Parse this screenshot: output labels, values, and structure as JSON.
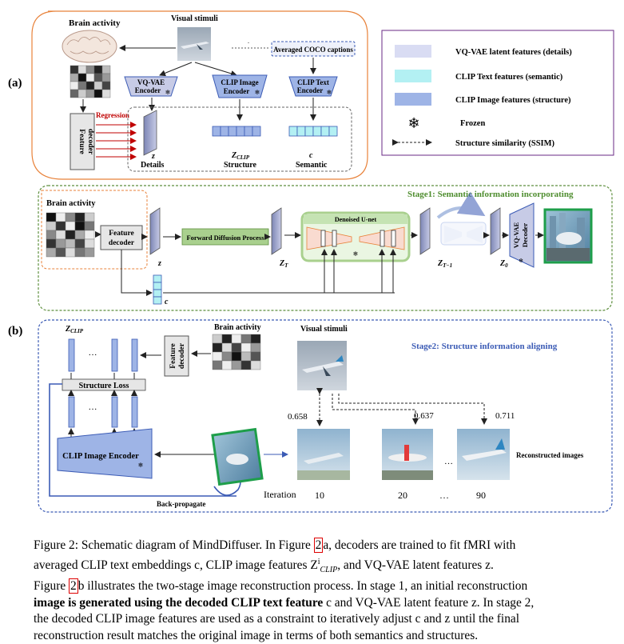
{
  "panel_labels": {
    "a": "(a)",
    "b": "(b)"
  },
  "panel_a": {
    "brain_activity": "Brain activity",
    "visual_stimuli": "Visual stimuli",
    "coco_captions": "Averaged COCO captions",
    "vqvae_encoder": [
      "VQ-VAE",
      "Encoder"
    ],
    "clip_image_encoder": [
      "CLIP Image",
      "Encoder"
    ],
    "clip_text_encoder": [
      "CLIP Text",
      "Encoder"
    ],
    "regression": "Regression",
    "feature_decoder": [
      "Feature",
      "decoder"
    ],
    "z": "z",
    "z_clip": "Z",
    "z_clip_sub": "CLIP",
    "c": "c",
    "details": "Details",
    "structure": "Structure",
    "semantic": "Semantic"
  },
  "legend": {
    "items": [
      {
        "label": "VQ-VAE latent features  (details)",
        "color": "#d9dcf3"
      },
      {
        "label": "CLIP Text features      (semantic)",
        "color": "#b3f0f3"
      },
      {
        "label": "CLIP Image features  (structure)",
        "color": "#9eb4e6"
      },
      {
        "label": "Frozen"
      },
      {
        "label": "Structure similarity (SSIM)"
      }
    ]
  },
  "stage1": {
    "title": "Stage1:  Semantic information incorporating",
    "brain_activity": "Brain activity",
    "feature_decoder": [
      "Feature",
      "decoder"
    ],
    "forward_diffusion": "Forward Diffusion Process",
    "denoised_unet": "Denoised U-net",
    "z": "z",
    "z_t": "Z",
    "z_t_sub": "T",
    "z_t1": "Z",
    "z_t1_sub": "T−1",
    "z_0": "Z",
    "z_0_sub": "0",
    "c": "c",
    "vqvae_decoder": [
      "VQ-VAE",
      "Decoder"
    ]
  },
  "stage2": {
    "title": "Stage2:  Structure information aligning",
    "z_clip": "Z",
    "z_clip_sub": "CLIP",
    "brain_activity": "Brain activity",
    "feature_decoder": [
      "Feature",
      "decoder"
    ],
    "visual_stimuli": "Visual stimuli",
    "structure_loss": "Structure   Loss",
    "clip_image_encoder": "CLIP Image Encoder",
    "back_propagate": "Back-propagate",
    "reconstructed_images": "Reconstructed images",
    "iteration_label": "Iteration",
    "iterations": [
      "10",
      "20",
      "90"
    ],
    "ssim": [
      "0.658",
      "0.637",
      "0.711"
    ],
    "ellipsis": "…"
  },
  "caption": {
    "line1_a": "Figure 2: Schematic diagram of MindDiffuser. In Figure ",
    "ref_a": "2",
    "line1_b": "a, decoders are trained to fit fMRI with",
    "line2": "averaged CLIP text embeddings c, CLIP image features Z",
    "line2_sup": "i",
    "line2_sub": "CLIP",
    "line2_b": ", and VQ-VAE latent features z.",
    "line3_a": "Figure ",
    "ref_b": "2",
    "line3_b": "b illustrates the two-stage image reconstruction process. In stage 1, an initial reconstruction",
    "line4_bold": "image is generated using the decoded CLIP text feature",
    "line4_b": " c and VQ-VAE latent feature z. In stage 2,",
    "line5": "the decoded CLIP image features are used as a constraint to iteratively adjust c and z until the final",
    "line6": "reconstruction result matches the original image in terms of both semantics and structures."
  }
}
